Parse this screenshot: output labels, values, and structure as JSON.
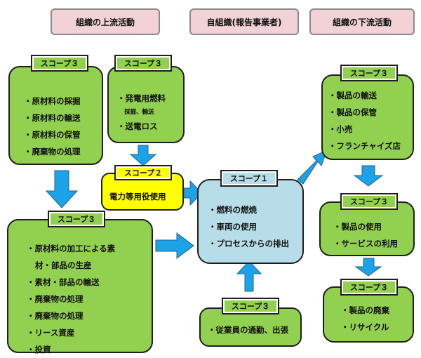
{
  "headers": {
    "upstream": "組織の上流活動",
    "own": "自組織(報告事業者)",
    "downstream": "組織の下流活動"
  },
  "colors": {
    "header_fill": "#f2d2d6",
    "scope3_fill": "#92d050",
    "scope2_fill": "#ffff00",
    "scope1_fill": "#b7dde8",
    "arrow_fill": "#1aa3e8"
  },
  "boxes": {
    "up_materials": {
      "tag": "スコープ３",
      "items": [
        "・原材料の採掘",
        "・原材料の輸送",
        "・原材料の保管",
        "・廃棄物の処理"
      ]
    },
    "up_fuel": {
      "tag": "スコープ３",
      "items": [
        "・発電用燃料",
        "採掘、輸送",
        "・送電ロス"
      ]
    },
    "scope2": {
      "tag": "スコープ２",
      "items": [
        "電力等用役使用"
      ]
    },
    "scope1": {
      "tag": "スコープ１",
      "items": [
        "・燃料の燃焼",
        "・車両の使用",
        "・プロセスからの排出"
      ]
    },
    "up_processing": {
      "tag": "スコープ３",
      "items": [
        "・原材料の加工による素",
        "材・部品の生産",
        "・素材・部品の輸送",
        "・廃棄物の処理",
        "・廃棄物の処理",
        "・リース資産",
        "・投資"
      ]
    },
    "commute": {
      "tag": "スコープ３",
      "items": [
        "・従業員の通勤、出張"
      ]
    },
    "down_distribution": {
      "tag": "スコープ３",
      "items": [
        "・製品の輸送",
        "・製品の保管",
        "・小売",
        "・フランチャイズ店"
      ]
    },
    "down_use": {
      "tag": "スコープ３",
      "items": [
        "・製品の使用",
        "・サービスの利用"
      ]
    },
    "down_disposal": {
      "tag": "スコープ３",
      "items": [
        "・製品の廃棄",
        "・リサイクル"
      ]
    }
  }
}
